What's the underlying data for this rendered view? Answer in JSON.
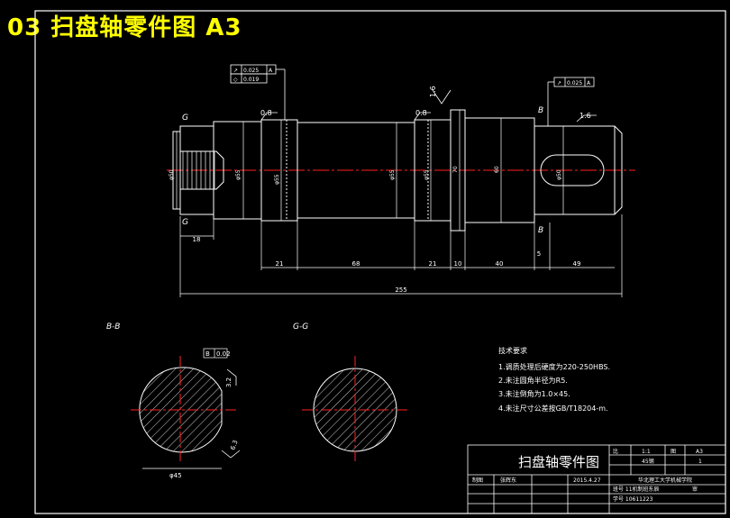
{
  "overlay_title": "03 扫盘轴零件图 A3",
  "colors": {
    "background": "#000000",
    "outline": "#ffffff",
    "centerline": "#ff2020",
    "hatch": "#ffffff",
    "overlay_text": "#ffff00",
    "dimension": "#ffffff"
  },
  "shaft": {
    "dims_horizontal": [
      "18",
      "21",
      "68",
      "21",
      "10",
      "40",
      "5",
      "49"
    ],
    "total_length": "255",
    "diam_labels": [
      "φ50",
      "φ55",
      "φ55",
      "φ55",
      "φ55",
      "70",
      "60",
      "φ50"
    ],
    "roughness": [
      "0.8",
      "0.8",
      "1.6",
      "1.6"
    ],
    "datum_labels": [
      "G",
      "G",
      "B",
      "B"
    ],
    "tolerance_frames": [
      {
        "sym": "↗",
        "value": "0.025",
        "datum": "A"
      },
      {
        "sym": "◇",
        "value": "0.019",
        "datum": ""
      },
      {
        "sym": "↗",
        "value": "0.025",
        "datum": "A"
      }
    ]
  },
  "sections": {
    "bb_label": "B-B",
    "gg_label": "G-G",
    "bb_dim": "φ45",
    "bb_tol_value": "0.02",
    "bb_tol_datum": "B",
    "bb_roughness": "3.2",
    "bb_roughness2": "6.3"
  },
  "notes": {
    "heading": "技术要求",
    "items": [
      "1.调质处理后硬度为220-250HBS.",
      "2.未注圆角半径为R5.",
      "3.未注倒角为1.0×45.",
      "4.未注尺寸公差按GB/T18204-m."
    ]
  },
  "title_block": {
    "part_name": "扫盘轴零件图",
    "scale_label": "比",
    "scale_value": "1:1",
    "sheet_label": "图",
    "sheet_value": "A3",
    "material_value": "45钢",
    "quantity_value": "1",
    "designer_label": "制图",
    "designer_name": "张辉东",
    "date": "2015.4.27",
    "school": "华北理工大学机械学院",
    "class_label": "班号 11机制班东辰",
    "number_label": "学号 10611223",
    "grade_label": "审"
  }
}
